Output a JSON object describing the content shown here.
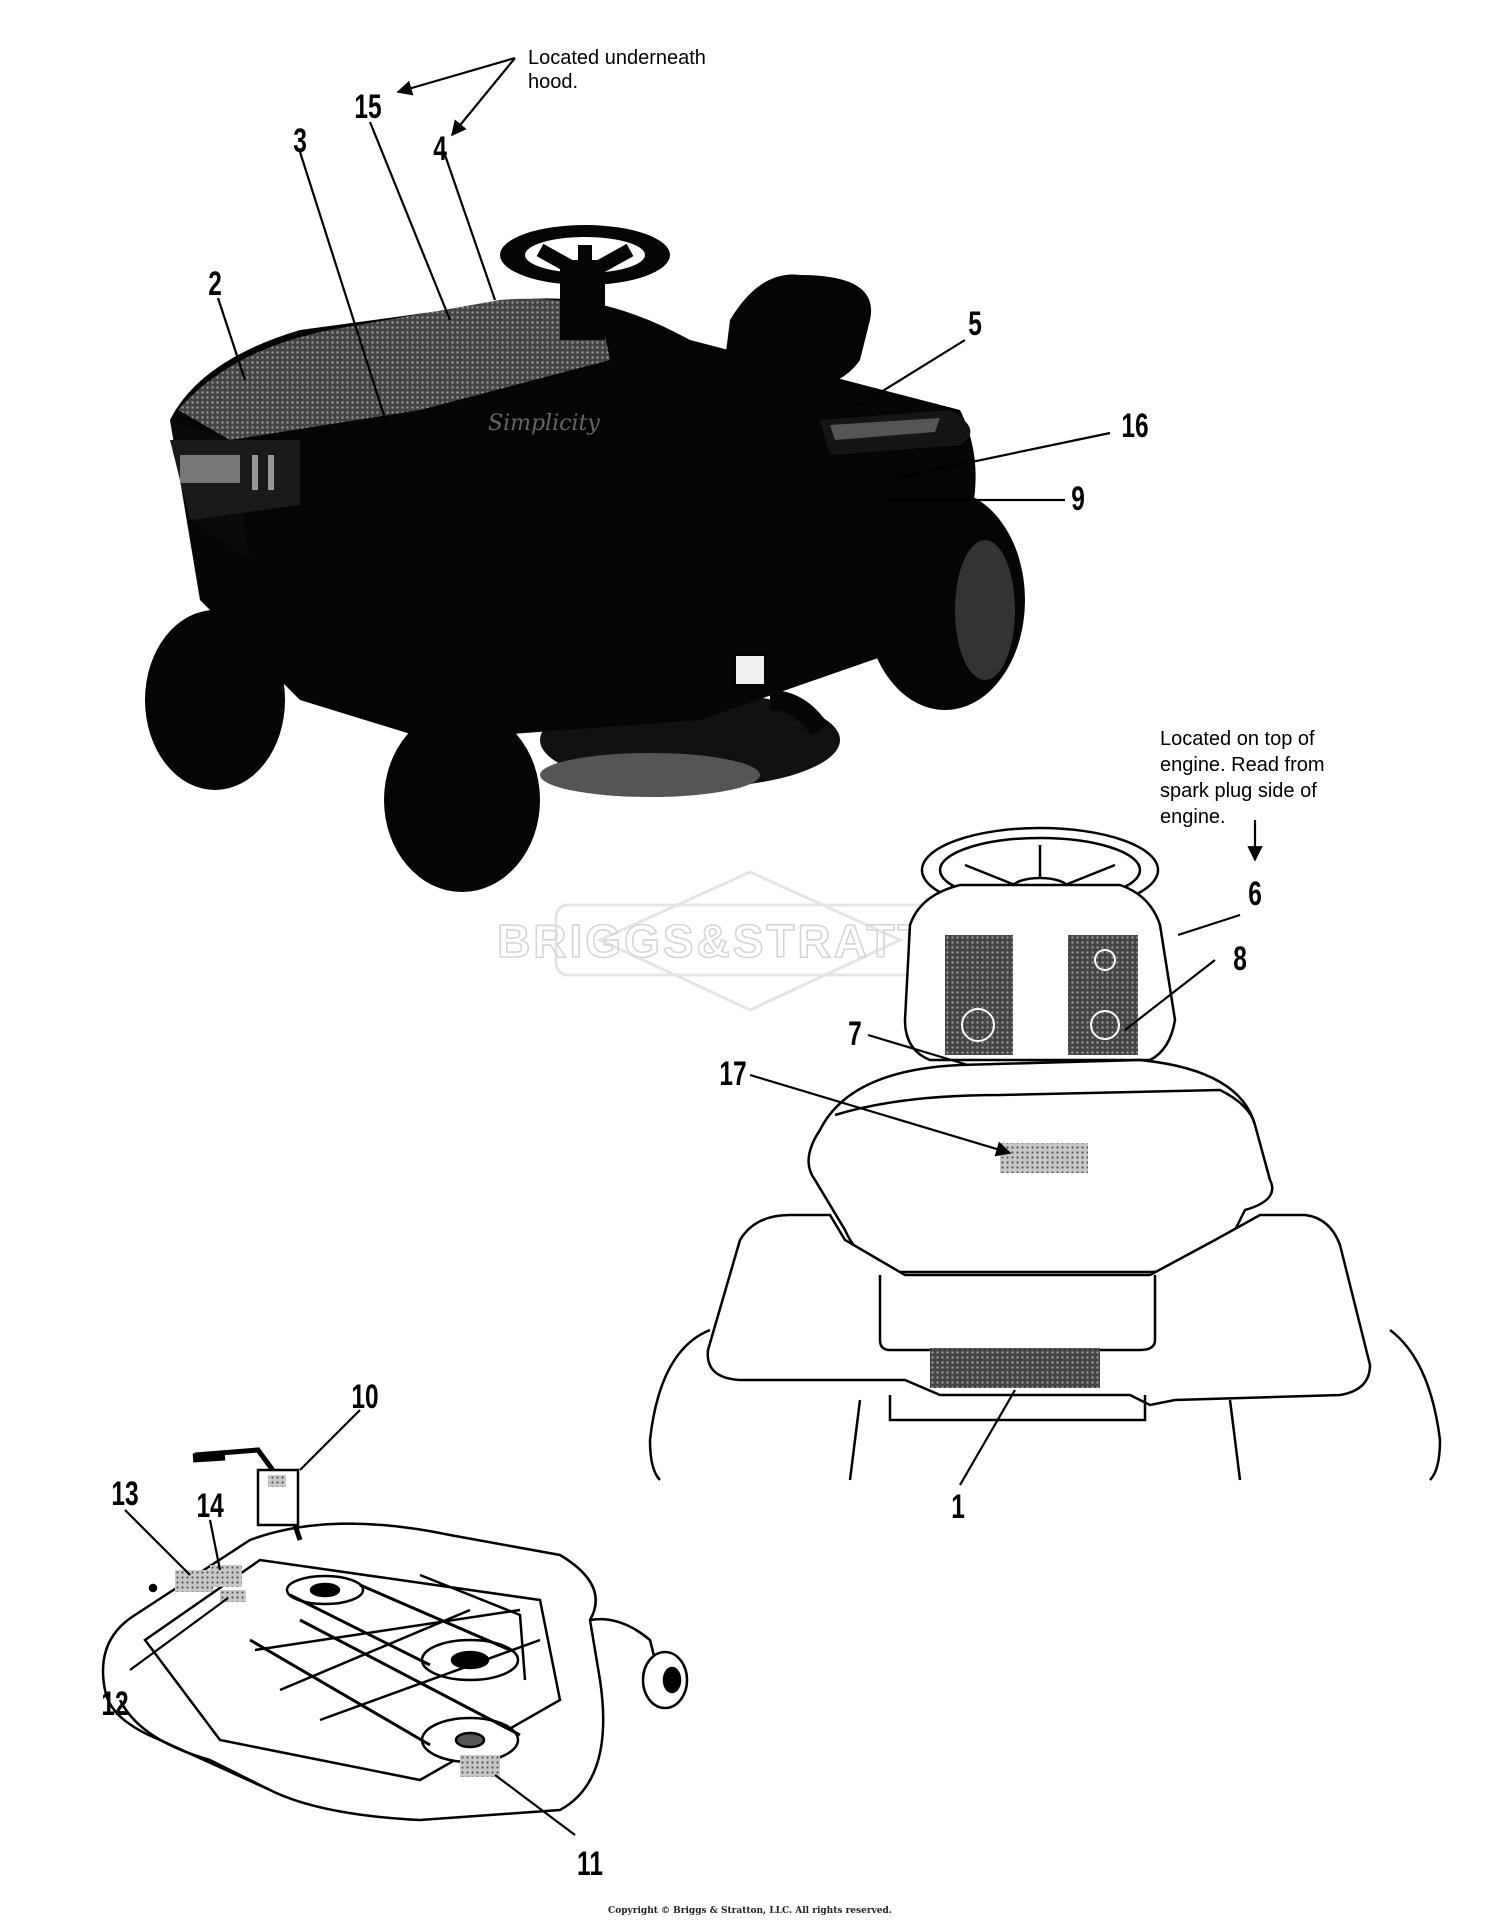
{
  "callouts": {
    "n1": "1",
    "n2": "2",
    "n3": "3",
    "n4": "4",
    "n5": "5",
    "n6": "6",
    "n7": "7",
    "n8": "8",
    "n9": "9",
    "n10": "10",
    "n11": "11",
    "n12": "12",
    "n13": "13",
    "n14": "14",
    "n15": "15",
    "n16": "16",
    "n17": "17"
  },
  "notes": {
    "hood": [
      "Located underneath",
      "hood."
    ],
    "engine": [
      "Located on top of",
      "engine. Read from",
      "spark plug side of",
      "engine."
    ]
  },
  "watermark": "BRIGGS&STRATTON",
  "copyright": "Copyright © Briggs & Stratton, LLC. All rights reserved."
}
